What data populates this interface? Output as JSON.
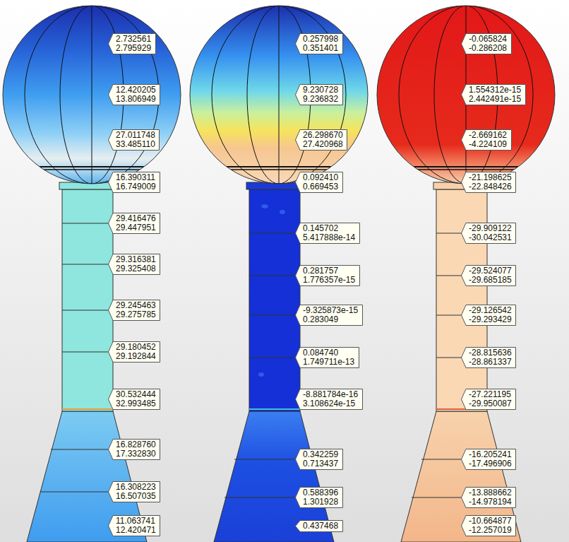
{
  "diagram": {
    "nodes": [
      {
        "text": [
          "2.732561",
          "2.795929"
        ]
      },
      {
        "text": [
          "12.420205",
          "13.806949"
        ]
      },
      {
        "text": [
          "27.011748",
          "33.485110"
        ]
      },
      {
        "text": [
          "16.390311",
          "16.749009"
        ]
      },
      {
        "text": [
          "29.416476",
          "29.447951"
        ]
      },
      {
        "text": [
          "29.316381",
          "29.325408"
        ]
      },
      {
        "text": [
          "29.245463",
          "29.275785"
        ]
      },
      {
        "text": [
          "29.180452",
          "29.192844"
        ]
      },
      {
        "text": [
          "30.532444",
          "32.993485"
        ]
      },
      {
        "text": [
          "16.828760",
          "17.332830"
        ]
      },
      {
        "text": [
          "16.308223",
          "16.507035"
        ]
      },
      {
        "text": [
          "11.063741",
          "12.420471"
        ]
      },
      {
        "text": [
          "0.257998",
          "0.351401"
        ]
      },
      {
        "text": [
          "9.230728",
          "9.236832"
        ]
      },
      {
        "text": [
          "26.298670",
          "27.420968"
        ]
      },
      {
        "text": [
          "0.092410",
          "0.669453"
        ]
      },
      {
        "text": [
          "0.145702",
          "5.417888e-14"
        ]
      },
      {
        "text": [
          "0.281757",
          "1.776357e-15"
        ]
      },
      {
        "text": [
          "-9.325873e-15",
          "0.283049"
        ]
      },
      {
        "text": [
          "0.084740",
          "1.749711e-13"
        ]
      },
      {
        "text": [
          "-8.881784e-16",
          "3.108624e-15"
        ]
      },
      {
        "text": [
          "0.342259",
          "0.713437"
        ]
      },
      {
        "text": [
          "0.588396",
          "1.301928"
        ]
      },
      {
        "text": [
          "0.437468"
        ]
      },
      {
        "text": [
          "-0.065824",
          "-0.286208"
        ]
      },
      {
        "text": [
          "1.554312e-15",
          "2.442491e-15"
        ]
      },
      {
        "text": [
          "-2.669162",
          "-4.224109"
        ]
      },
      {
        "text": [
          "-21.198625",
          "-22.848426"
        ]
      },
      {
        "text": [
          "-29.909122",
          "-30.042531"
        ]
      },
      {
        "text": [
          "-29.524077",
          "-29.685185"
        ]
      },
      {
        "text": [
          "-29.126542",
          "-29.293429"
        ]
      },
      {
        "text": [
          "-28.815636",
          "-28.861337"
        ]
      },
      {
        "text": [
          "-27.221195",
          "-29.950087"
        ]
      },
      {
        "text": [
          "-16.205241",
          "-17.496906"
        ]
      },
      {
        "text": [
          "-13.888662",
          "-14.978194"
        ]
      },
      {
        "text": [
          "-10.664877",
          "-12.257019"
        ]
      }
    ]
  }
}
